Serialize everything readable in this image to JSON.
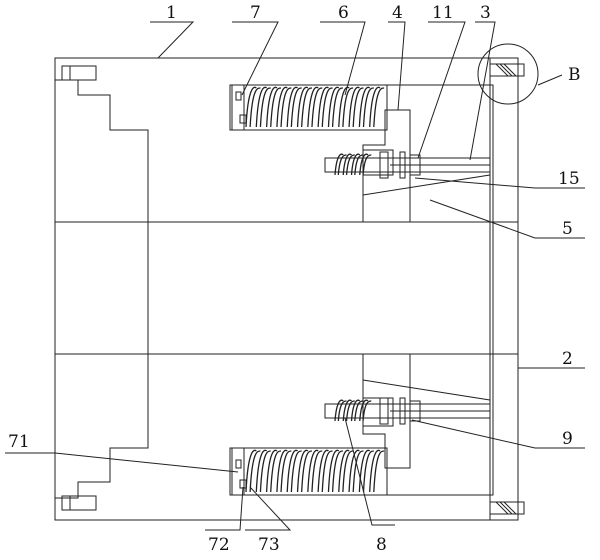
{
  "labels": {
    "l1": "1",
    "l7": "7",
    "l6": "6",
    "l4": "4",
    "l11": "11",
    "l3": "3",
    "lB": "B",
    "l15": "15",
    "l5": "5",
    "l2": "2",
    "l9": "9",
    "l8": "8",
    "l71": "71",
    "l72": "72",
    "l73": "73"
  },
  "colors": {
    "line": "#222222",
    "fill_dot": "#777777",
    "fill_hatch": "#333333",
    "background": "#ffffff"
  }
}
